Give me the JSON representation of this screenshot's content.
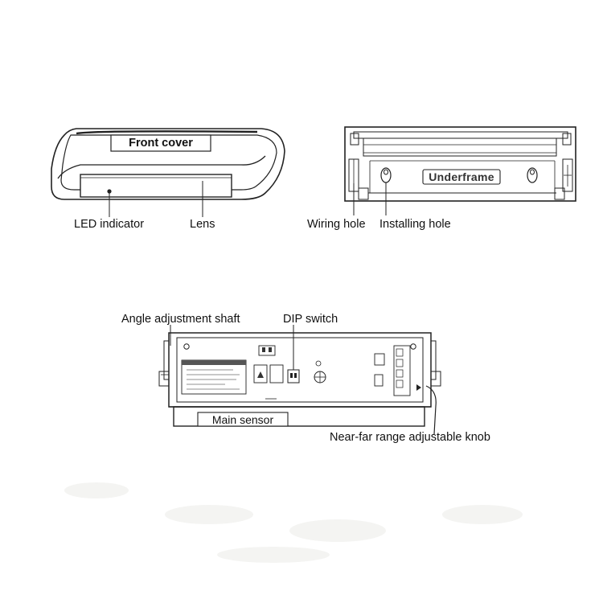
{
  "front_device": {
    "cover_label": "Front cover",
    "led_label": "LED indicator",
    "lens_label": "Lens"
  },
  "underframe_device": {
    "frame_label": "Underframe",
    "wiring_label": "Wiring hole",
    "installing_label": "Installing hole"
  },
  "board_device": {
    "shaft_label": "Angle adjustment shaft",
    "dip_label": "DIP switch",
    "sensor_label": "Main sensor",
    "knob_label": "Near-far range adjustable knob"
  }
}
